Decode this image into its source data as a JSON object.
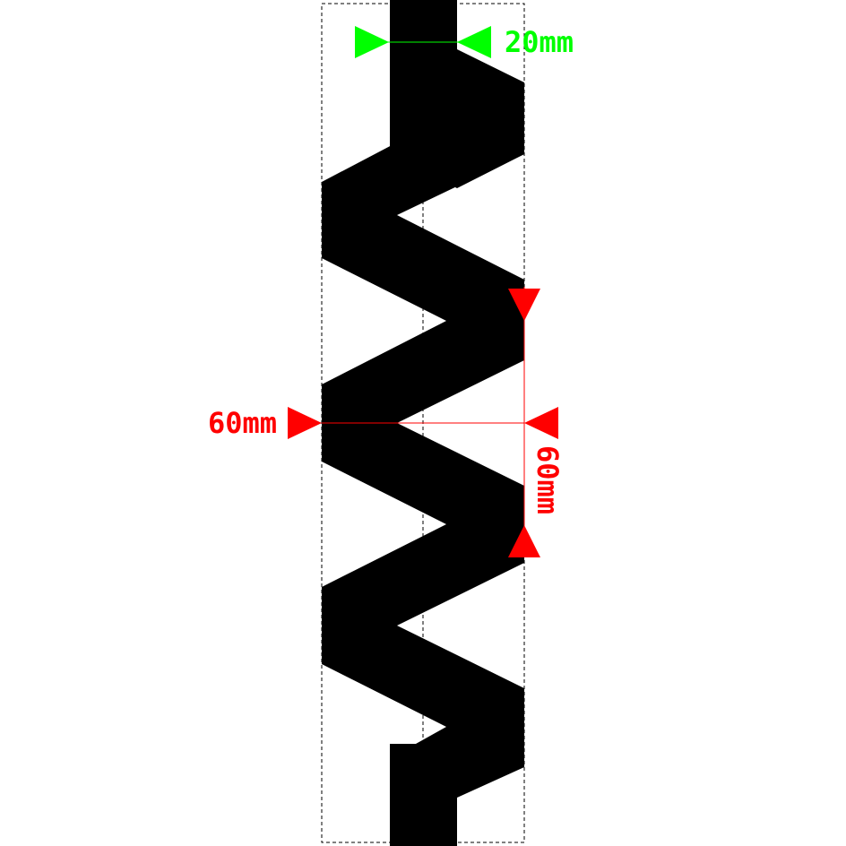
{
  "colors": {
    "background": "#ffffff",
    "trace": "#000000",
    "outline": "#000000",
    "width_dimension": "#00ff00",
    "pitch_dimension": "#ff0000"
  },
  "dimensions": {
    "trace_width": {
      "label": "20mm",
      "value_mm": 20
    },
    "horizontal_span": {
      "label": "60mm",
      "value_mm": 60
    },
    "vertical_pitch": {
      "label": "60mm",
      "value_mm": 60
    }
  }
}
